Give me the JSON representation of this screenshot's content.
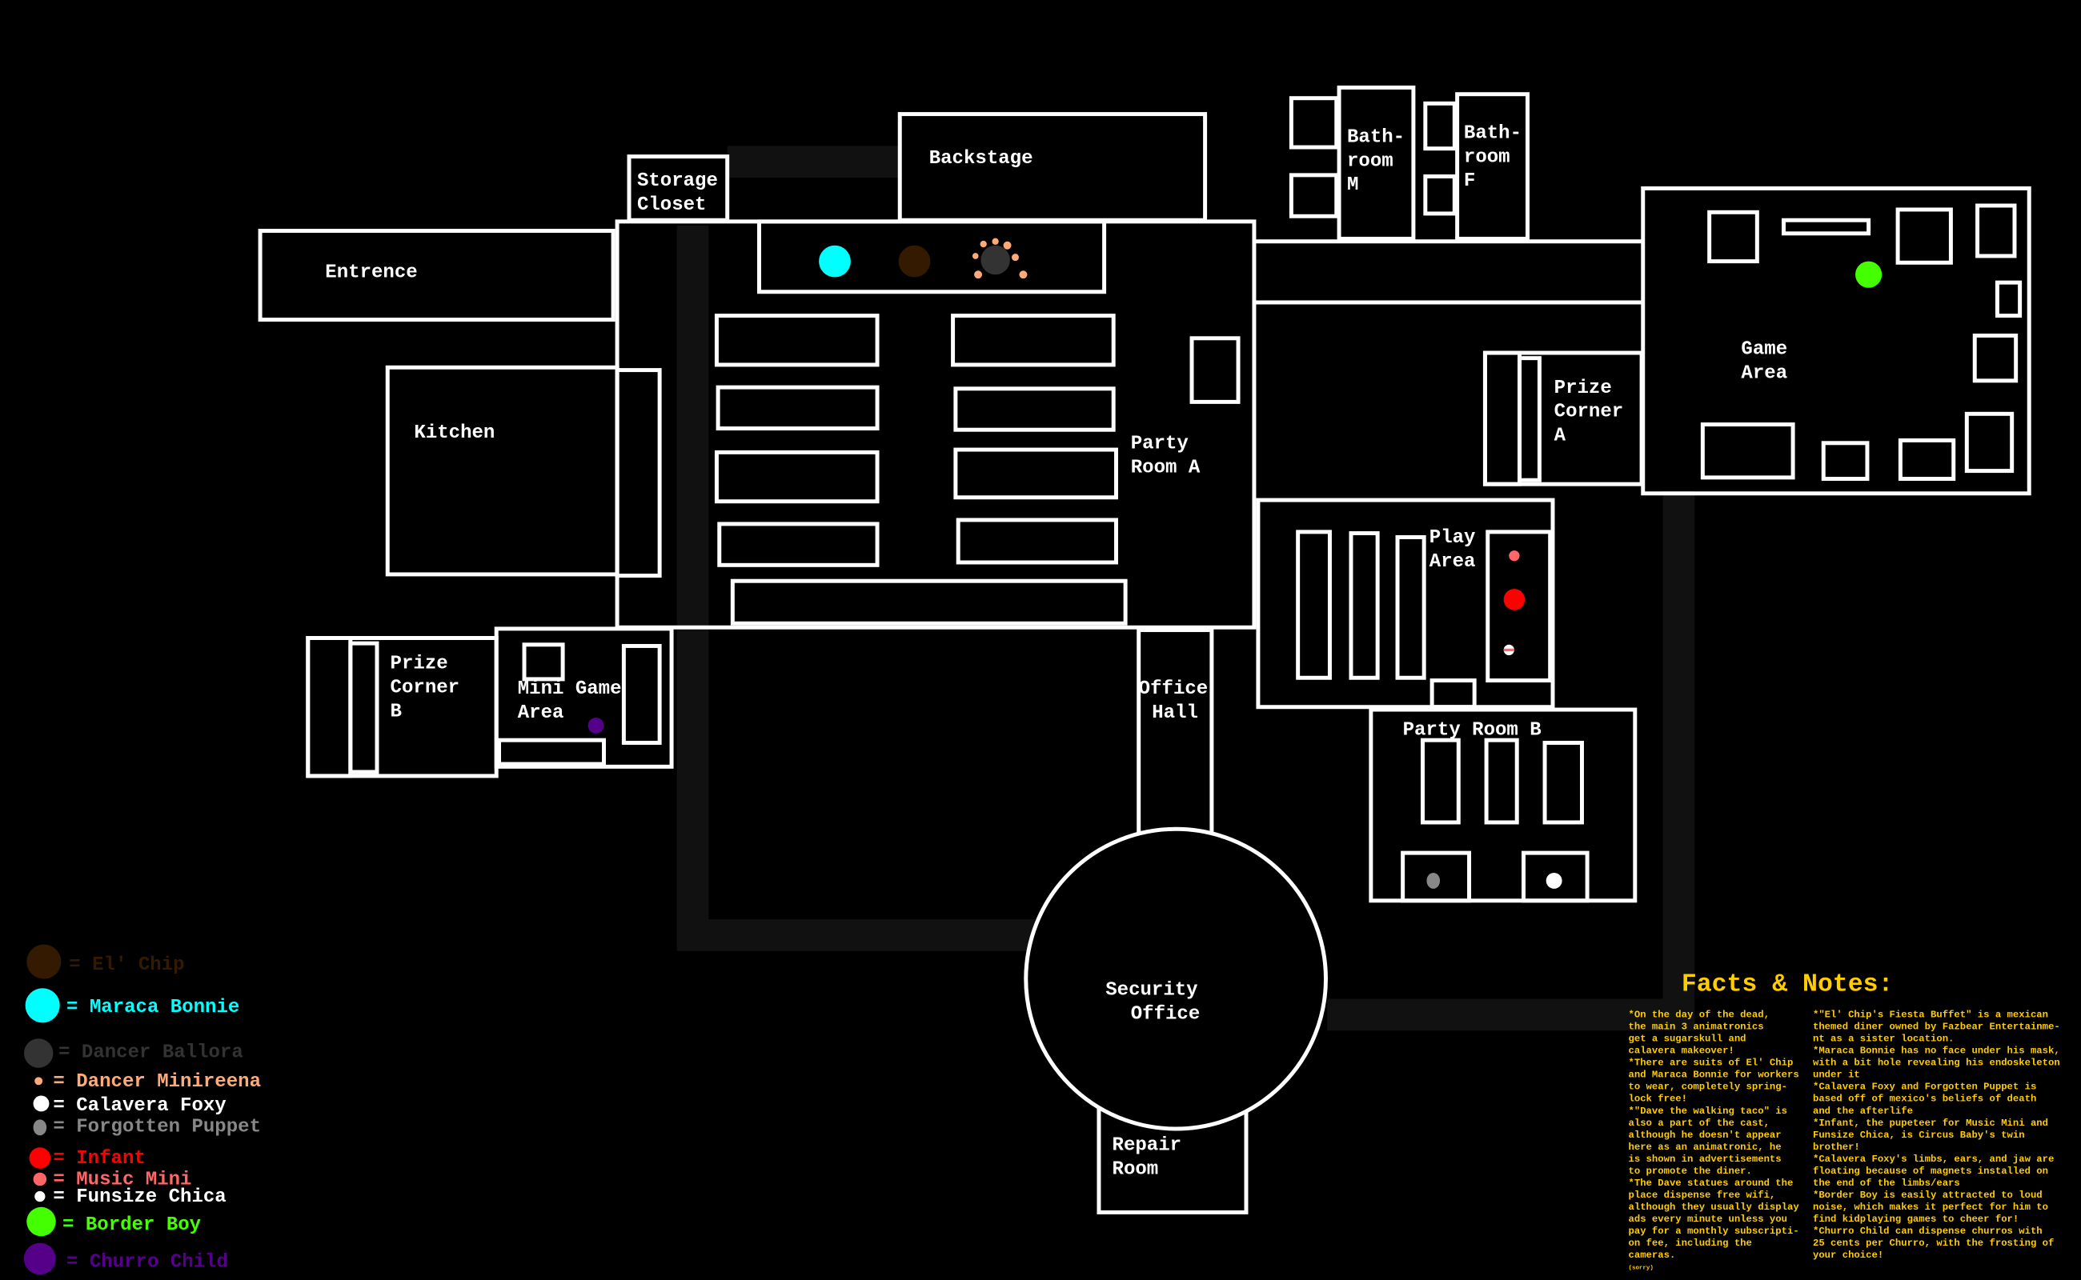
{
  "rooms": {
    "storage_closet": [
      "Storage",
      "Closet"
    ],
    "backstage": [
      "Backstage"
    ],
    "entrence": [
      "Entrence"
    ],
    "kitchen": [
      "Kitchen"
    ],
    "party_room_a": [
      "Party",
      "Room A"
    ],
    "bathroom_m": [
      "Bath-",
      "room",
      "M"
    ],
    "bathroom_f": [
      "Bath-",
      "room",
      "F"
    ],
    "prize_corner_a": [
      "Prize",
      "Corner",
      "A"
    ],
    "game_area": [
      "Game",
      "Area"
    ],
    "play_area": [
      "Play",
      "Area"
    ],
    "party_room_b": [
      "Party Room B"
    ],
    "office_hall": [
      "Office",
      "Hall"
    ],
    "security_office": [
      "Security",
      "Office"
    ],
    "repair_room": [
      "Repair",
      "Room"
    ],
    "prize_corner_b": [
      "Prize",
      "Corner",
      "B"
    ],
    "mini_game_area": [
      "Mini Game",
      "Area"
    ]
  },
  "legend": [
    {
      "label": "= El' Chip",
      "color": "#331a00"
    },
    {
      "label": "= Maraca Bonnie",
      "color": "#00ffff"
    },
    {
      "label": "= Dancer Ballora",
      "color": "#333333"
    },
    {
      "label": "= Dancer Minireena",
      "color": "#ffaa77"
    },
    {
      "label": "= Calavera Foxy",
      "color": "#ffffff"
    },
    {
      "label": "= Forgotten Puppet",
      "color": "#888888"
    },
    {
      "label": "= Infant",
      "color": "#ff0000"
    },
    {
      "label": "= Music Mini",
      "color": "#ff6666"
    },
    {
      "label": "= Funsize Chica",
      "color": "#ffffff"
    },
    {
      "label": "= Border Boy",
      "color": "#44ff00"
    },
    {
      "label": "= Churro Child",
      "color": "#550088"
    }
  ],
  "notes": {
    "title": "Facts & Notes:",
    "column1": [
      "*On the day of the dead,",
      "the main 3 animatronics",
      "get a sugarskull and",
      "calavera makeover!",
      "*There are suits of El' Chip",
      "and Maraca Bonnie for workers",
      "to wear, completely spring-",
      "lock free!",
      "*\"Dave the walking taco\" is",
      "also a part of the cast,",
      "although he doesn't appear",
      "here as an animatronic, he",
      "is shown in advertisements",
      "to promote the diner.",
      "*The Dave statues around the",
      "place dispense free wifi,",
      "although they usually display",
      "ads every minute unless you",
      "pay for a monthly subscripti-",
      "on fee, including the",
      "cameras."
    ],
    "sorry": "(sorry)",
    "column2": [
      "*\"El' Chip's Fiesta Buffet\" is a mexican",
      "themed diner owned by Fazbear Entertainme-",
      "nt as a sister location.",
      "*Maraca Bonnie has no face under his mask,",
      "with a bit hole revealing his endoskeleton",
      "under it",
      "*Calavera Foxy and Forgotten Puppet is",
      "based off of mexico's beliefs of death",
      "and the afterlife",
      "*Infant, the pupeteer for Music Mini and",
      "Funsize Chica, is Circus Baby's twin",
      "brother!",
      "*Calavera Foxy's limbs, ears, and jaw are",
      "floating because of magnets installed on",
      "the end of the limbs/ears",
      "*Border Boy is easily attracted to loud",
      "noise, which makes it perfect for him to",
      "find kidplaying games to cheer for!",
      "*Churro Child can dispense churros with",
      "25 cents per Churro, with the frosting of",
      "your choice!"
    ]
  }
}
